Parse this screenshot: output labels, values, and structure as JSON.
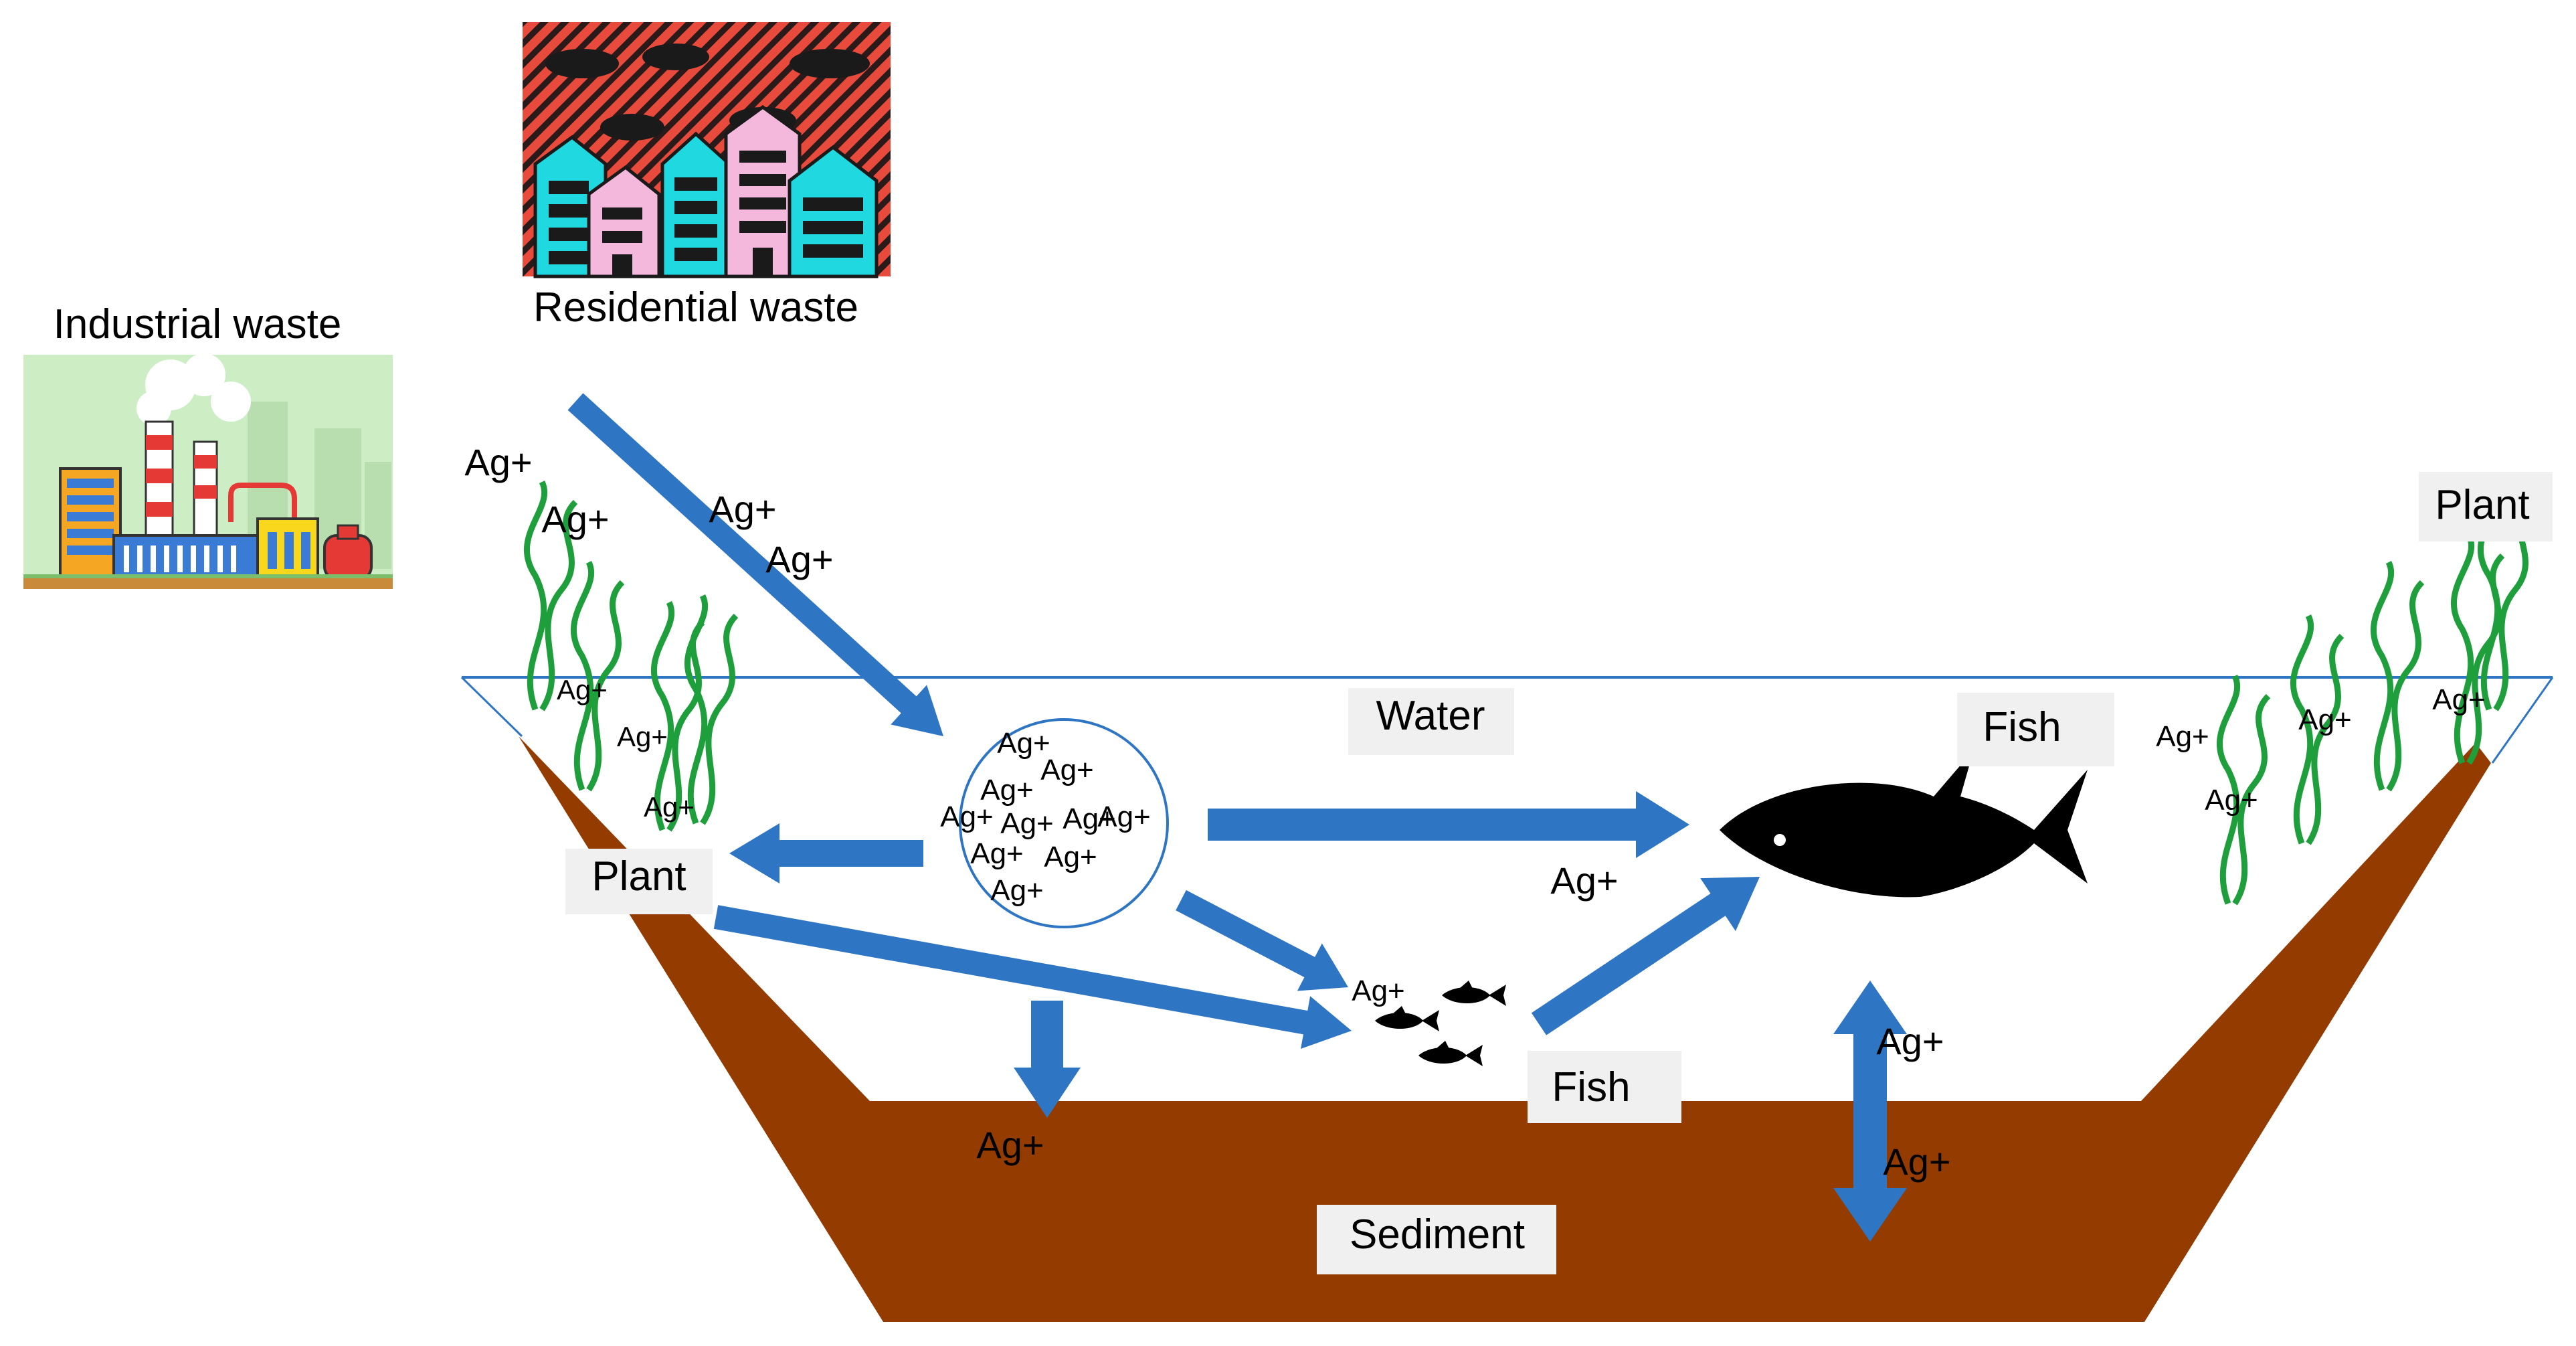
{
  "labels": {
    "industrial_waste": "Industrial  waste",
    "residential_waste": "Residential  waste",
    "water": "Water",
    "plant_left": "Plant",
    "plant_right": "Plant",
    "fish_large": "Fish",
    "fish_small": "Fish",
    "sediment": "Sediment"
  },
  "ion": "Ag+",
  "colors": {
    "arrow": "#2e75c4",
    "sediment": "#943b00",
    "water_line": "#2e75c4",
    "plant": "#1f9e3c",
    "fish": "#000000",
    "label_box": "#f0f0f0"
  }
}
